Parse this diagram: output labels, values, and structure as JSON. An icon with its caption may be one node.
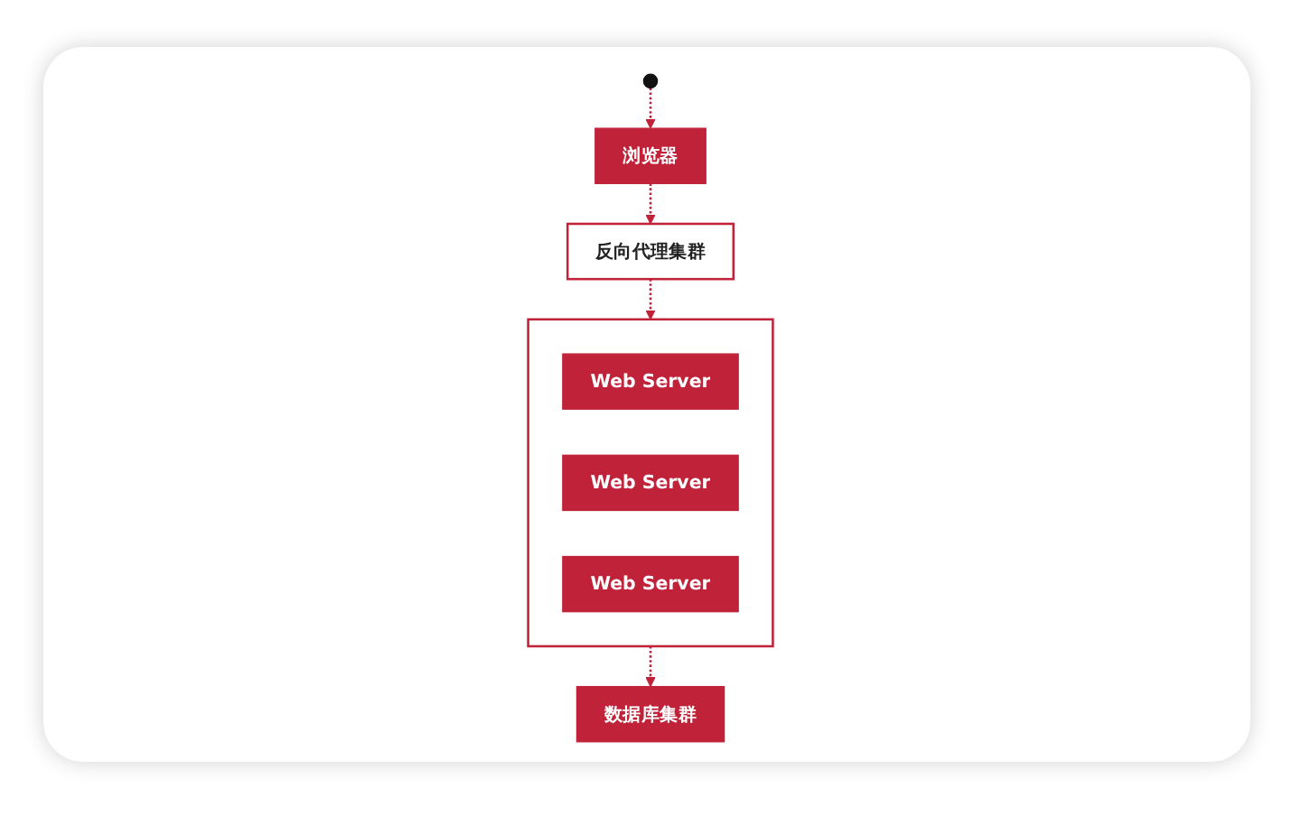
{
  "diagram": {
    "nodes": [
      {
        "text": [],
        "shape": "person"
      },
      {
        "text": [
          "浏览器"
        ]
      },
      {
        "text": [
          "反向代理集群"
        ]
      },
      {
        "text": [],
        "shape": "box"
      },
      {
        "text": [
          "Web Server"
        ],
        "in": 3
      },
      {
        "text": [
          "Web Server"
        ],
        "in": 3
      },
      {
        "text": [
          "Web Server"
        ],
        "in": 3
      },
      {
        "text": [
          "数据库集群"
        ]
      }
    ],
    "edges": [
      {
        "from": 0,
        "to": 1,
        "arrow": "to",
        "style": "dashed"
      },
      {
        "from": 1,
        "to": 2,
        "arrow": "to",
        "style": "dashed"
      },
      {
        "from": 2,
        "to": 3,
        "arrow": "to",
        "style": "dashed"
      },
      {
        "from": 3,
        "to": 7,
        "arrow": "to",
        "style": "dashed"
      }
    ]
  }
}
